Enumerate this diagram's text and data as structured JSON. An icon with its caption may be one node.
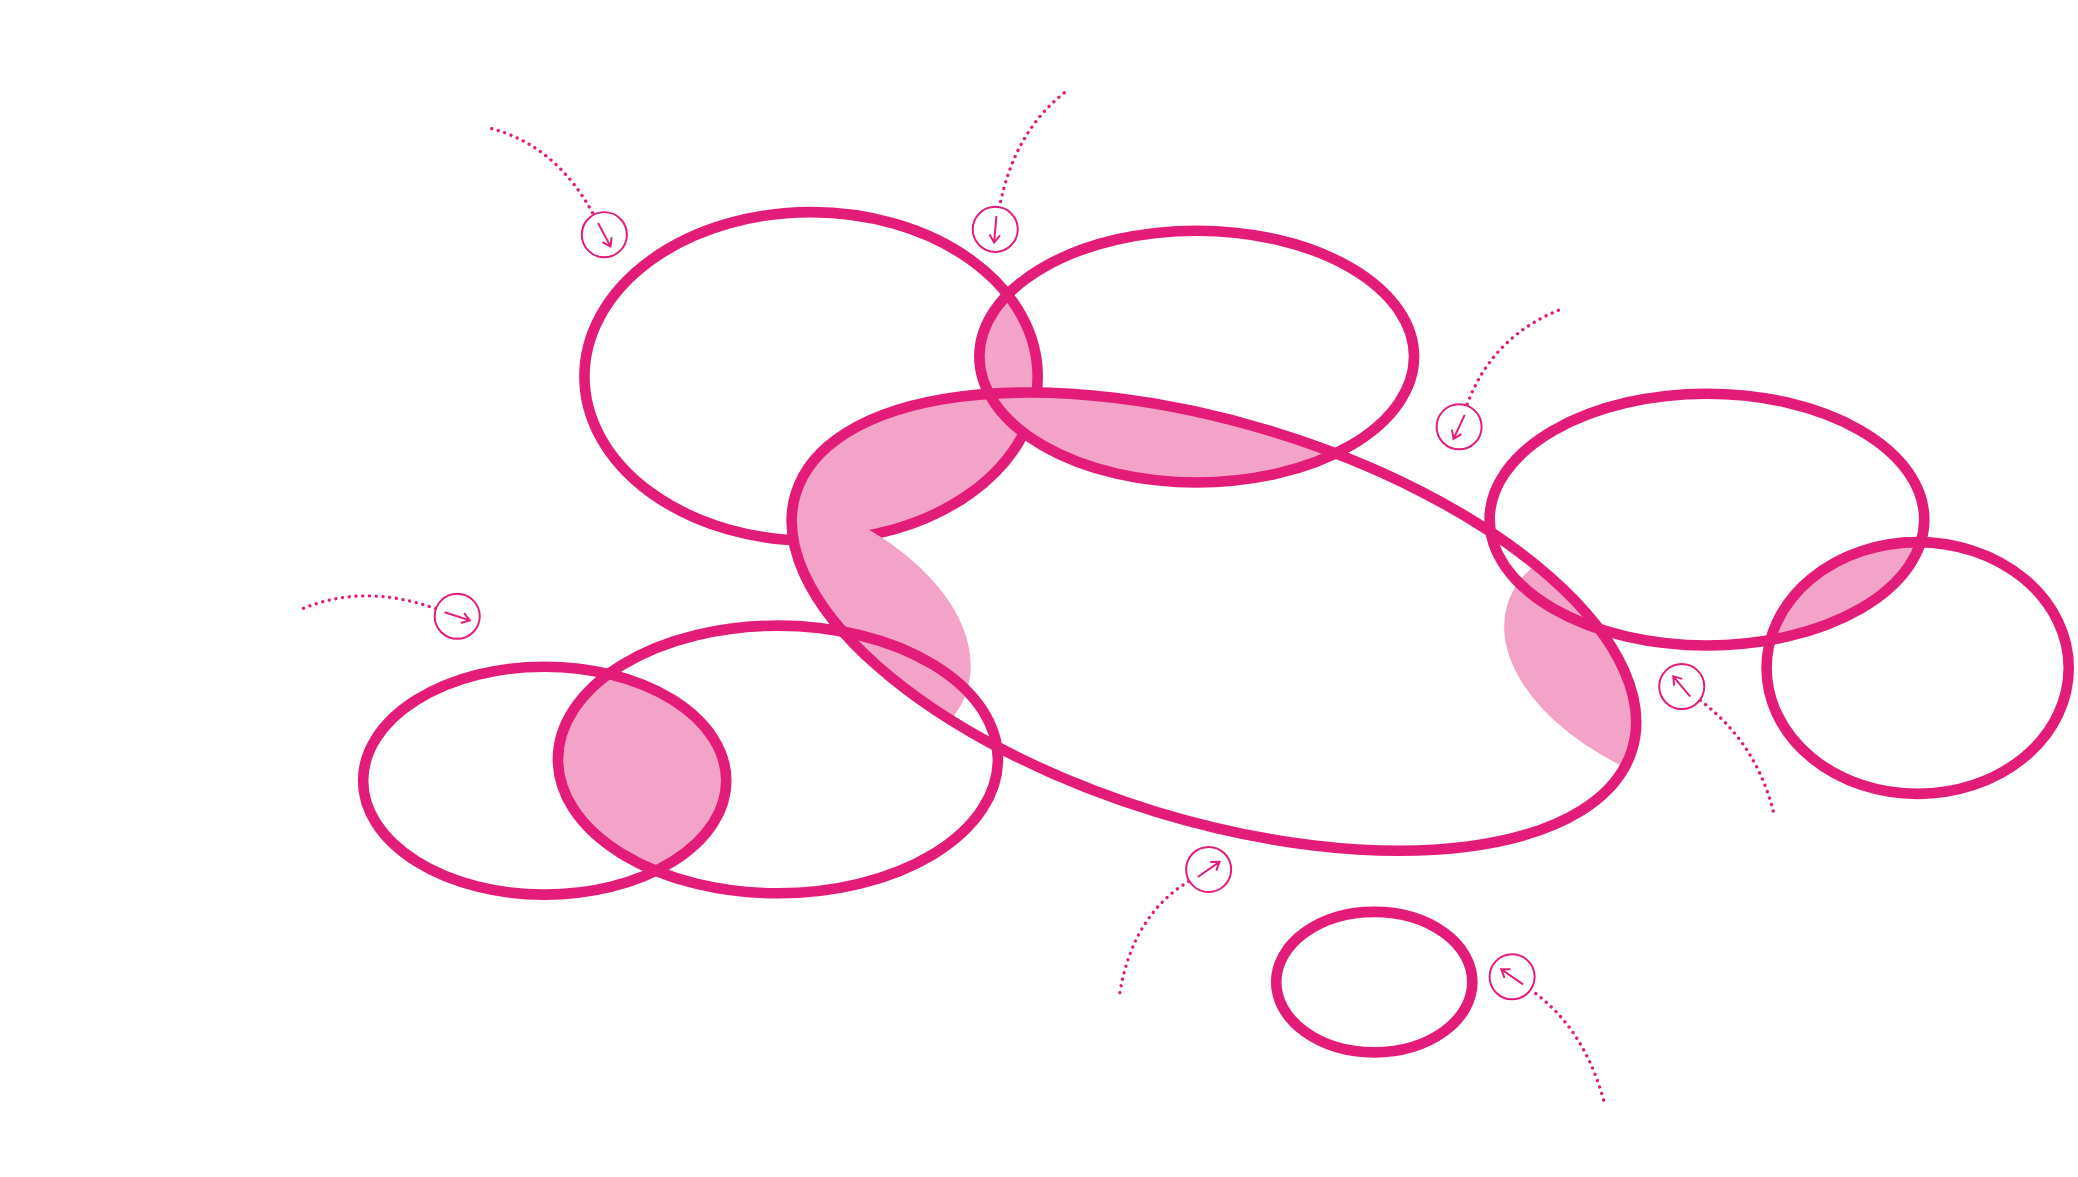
{
  "diagram": {
    "nodes": [
      {
        "text": [],
        "shape": "ellipse"
      },
      {
        "text": [],
        "shape": "ellipse"
      },
      {
        "text": [],
        "shape": "ellipse"
      },
      {
        "text": [],
        "shape": "ellipse"
      },
      {
        "text": [],
        "shape": "ellipse"
      },
      {
        "text": [],
        "shape": "ellipse"
      },
      {
        "text": [],
        "shape": "ellipse"
      },
      {
        "text": [],
        "shape": "ellipse"
      },
      {
        "text": [],
        "shape": "circle"
      },
      {
        "text": [],
        "shape": "circle"
      },
      {
        "text": [],
        "shape": "circle"
      },
      {
        "text": [],
        "shape": "circle"
      },
      {
        "text": [],
        "shape": "circle"
      },
      {
        "text": [],
        "shape": "circle"
      },
      {
        "text": [],
        "shape": "circle"
      }
    ],
    "edges": [
      {
        "from": null,
        "to": 8,
        "arrow": "none",
        "style": "dashed"
      },
      {
        "from": null,
        "to": 9,
        "arrow": "none",
        "style": "dashed"
      },
      {
        "from": null,
        "to": 10,
        "arrow": "none",
        "style": "dashed"
      },
      {
        "from": null,
        "to": 11,
        "arrow": "none",
        "style": "dashed"
      },
      {
        "from": null,
        "to": 12,
        "arrow": "none",
        "style": "dashed"
      },
      {
        "from": null,
        "to": 13,
        "arrow": "none",
        "style": "dashed"
      },
      {
        "from": null,
        "to": 14,
        "arrow": "none",
        "style": "dashed"
      }
    ]
  }
}
